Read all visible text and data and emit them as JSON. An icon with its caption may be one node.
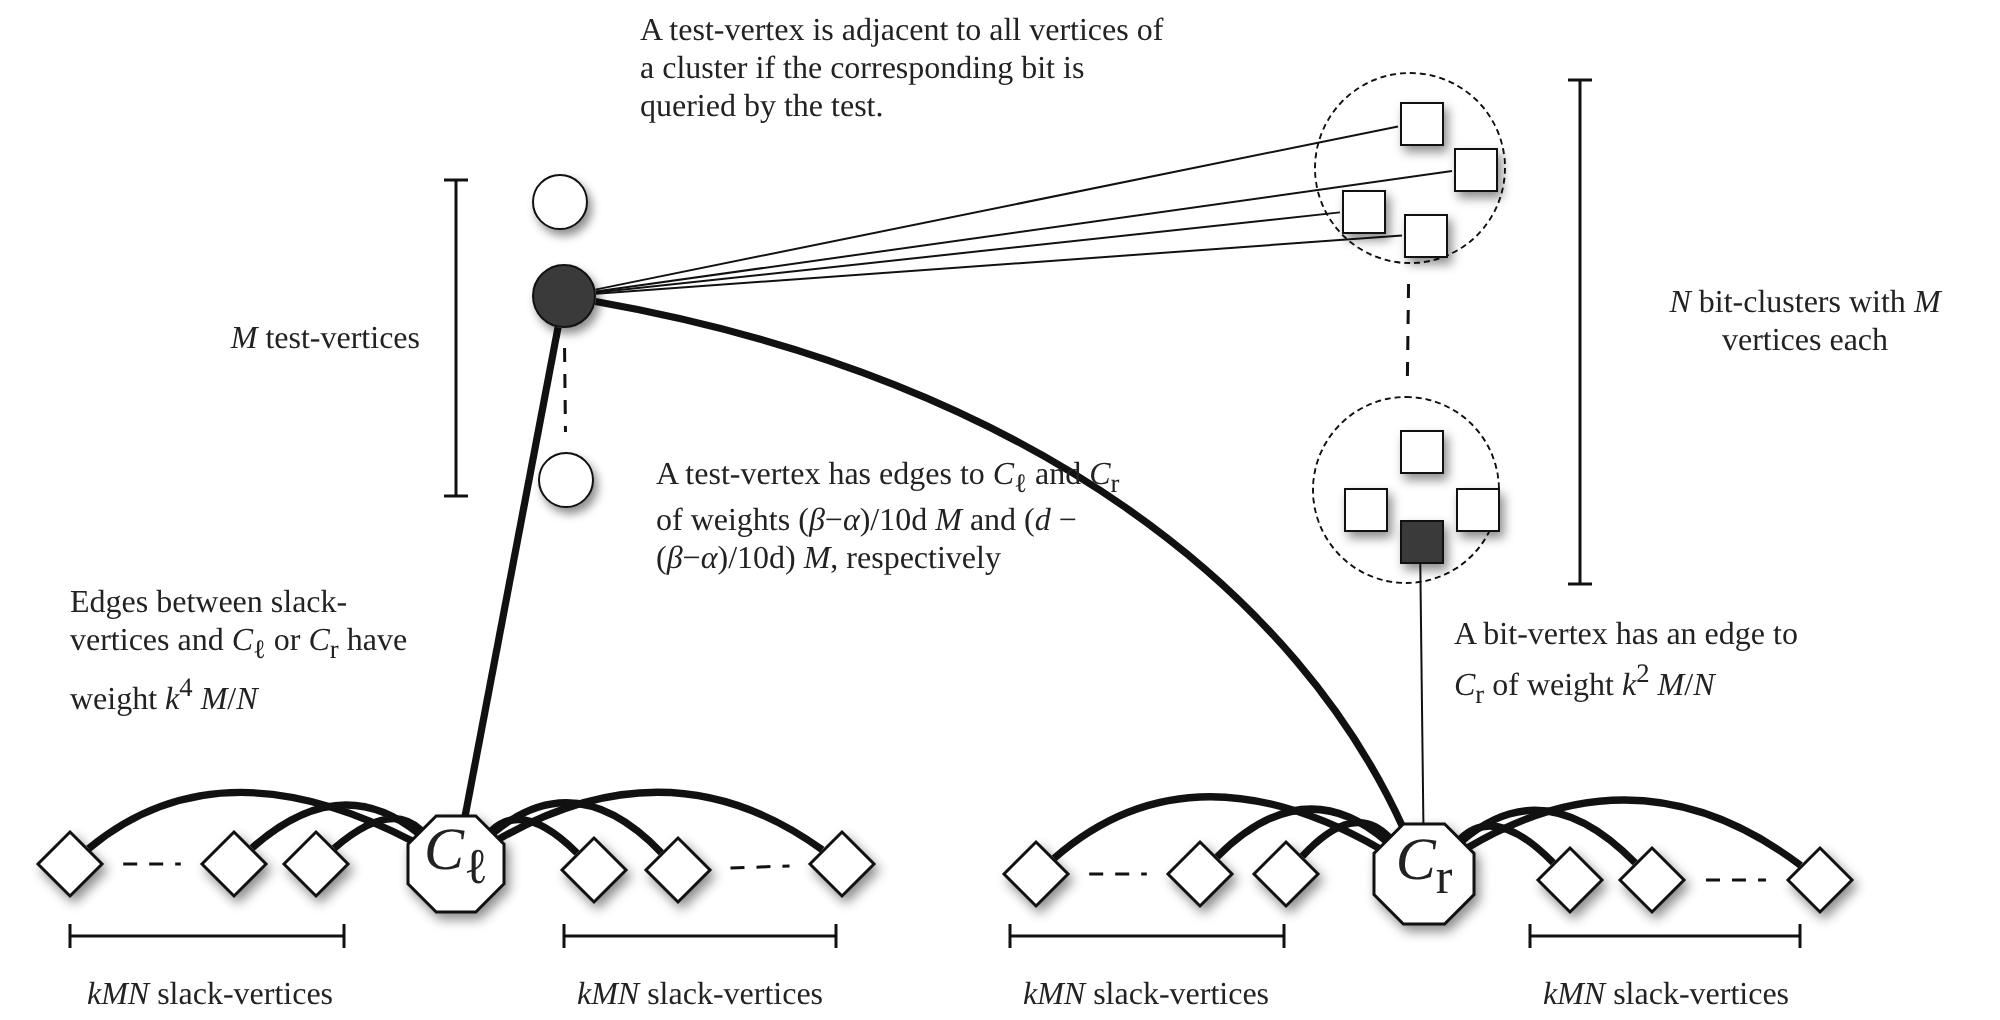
{
  "diagram": {
    "nodes": [
      {
        "text": [],
        "shape": "circle"
      },
      {
        "text": [],
        "shape": "circle"
      },
      {
        "text": [],
        "shape": "circle"
      },
      {
        "text": [],
        "shape": "circle"
      },
      {
        "text": [],
        "shape": "box",
        "in": 3
      },
      {
        "text": [],
        "shape": "box",
        "in": 3
      },
      {
        "text": [],
        "shape": "box",
        "in": 3
      },
      {
        "text": [],
        "shape": "box",
        "in": 3
      },
      {
        "text": [],
        "shape": "circle"
      },
      {
        "text": [],
        "shape": "box",
        "in": 8
      },
      {
        "text": [],
        "shape": "box",
        "in": 8
      },
      {
        "text": [],
        "shape": "box",
        "in": 8
      },
      {
        "text": [],
        "shape": "box",
        "in": 8
      },
      {
        "text": [
          "*C*$_{ℓ}$"
        ]
      },
      {
        "text": [
          "*C*$_{r}$"
        ]
      },
      {
        "text": [],
        "shape": "diamond"
      },
      {
        "text": [],
        "shape": "diamond"
      },
      {
        "text": [],
        "shape": "diamond"
      },
      {
        "text": [],
        "shape": "diamond"
      },
      {
        "text": [],
        "shape": "diamond"
      },
      {
        "text": [],
        "shape": "diamond"
      },
      {
        "text": [],
        "shape": "diamond"
      },
      {
        "text": [],
        "shape": "diamond"
      },
      {
        "text": [],
        "shape": "diamond"
      },
      {
        "text": [],
        "shape": "diamond"
      },
      {
        "text": [],
        "shape": "diamond"
      },
      {
        "text": [],
        "shape": "diamond"
      }
    ],
    "edges": [
      {
        "from": 1,
        "to": 4,
        "arrow": "none"
      },
      {
        "from": 1,
        "to": 5,
        "arrow": "none"
      },
      {
        "from": 1,
        "to": 6,
        "arrow": "none"
      },
      {
        "from": 1,
        "to": 7,
        "arrow": "none"
      },
      {
        "from": 1,
        "to": 13,
        "arrow": "none"
      },
      {
        "from": 1,
        "to": 14,
        "arrow": "none"
      },
      {
        "from": 12,
        "to": 14,
        "arrow": "none"
      },
      {
        "from": 15,
        "to": 13,
        "arrow": "none"
      },
      {
        "from": 16,
        "to": 13,
        "arrow": "none"
      },
      {
        "from": 17,
        "to": 13,
        "arrow": "none"
      },
      {
        "from": 18,
        "to": 13,
        "arrow": "none"
      },
      {
        "from": 19,
        "to": 13,
        "arrow": "none"
      },
      {
        "from": 20,
        "to": 13,
        "arrow": "none"
      },
      {
        "from": 21,
        "to": 14,
        "arrow": "none"
      },
      {
        "from": 22,
        "to": 14,
        "arrow": "none"
      },
      {
        "from": 23,
        "to": 14,
        "arrow": "none"
      },
      {
        "from": 24,
        "to": 14,
        "arrow": "none"
      },
      {
        "from": 25,
        "to": 14,
        "arrow": "none"
      },
      {
        "from": 26,
        "to": 14,
        "arrow": "none"
      },
      {
        "from": 1,
        "to": 2,
        "arrow": "none",
        "style": "dashed"
      },
      {
        "from": 3,
        "to": 8,
        "arrow": "none",
        "style": "dashed"
      },
      {
        "from": 15,
        "to": 16,
        "arrow": "none",
        "style": "dashed"
      },
      {
        "from": 19,
        "to": 20,
        "arrow": "none",
        "style": "dashed"
      },
      {
        "from": 21,
        "to": 22,
        "arrow": "none",
        "style": "dashed"
      },
      {
        "from": 25,
        "to": 26,
        "arrow": "none",
        "style": "dashed"
      }
    ],
    "labels": [
      "A test-vertex is adjacent to all vertices of a cluster if the corresponding bit is queried by the test.",
      "*M* test-vertices",
      "*N* bit-clusters with *M* vertices each",
      "A test-vertex has edges to *C*$_{ℓ}$ and *C*$_{r}$ of weights (*β*−*α*)/10d *M* and (*d* − (*β*−*α*)/10d) *M*, respectively",
      "Edges between slack-vertices and *C*$_{ℓ}$ or *C*$_{r}$ have weight *k*$^{4}$ *M*/*N*",
      "A bit-vertex has an edge to *C*$_{r}$ of weight *k*$^{2}$ *M*/*N*",
      "*kMN* slack-vertices",
      "*kMN* slack-vertices",
      "*kMN* slack-vertices",
      "*kMN* slack-vertices"
    ]
  }
}
